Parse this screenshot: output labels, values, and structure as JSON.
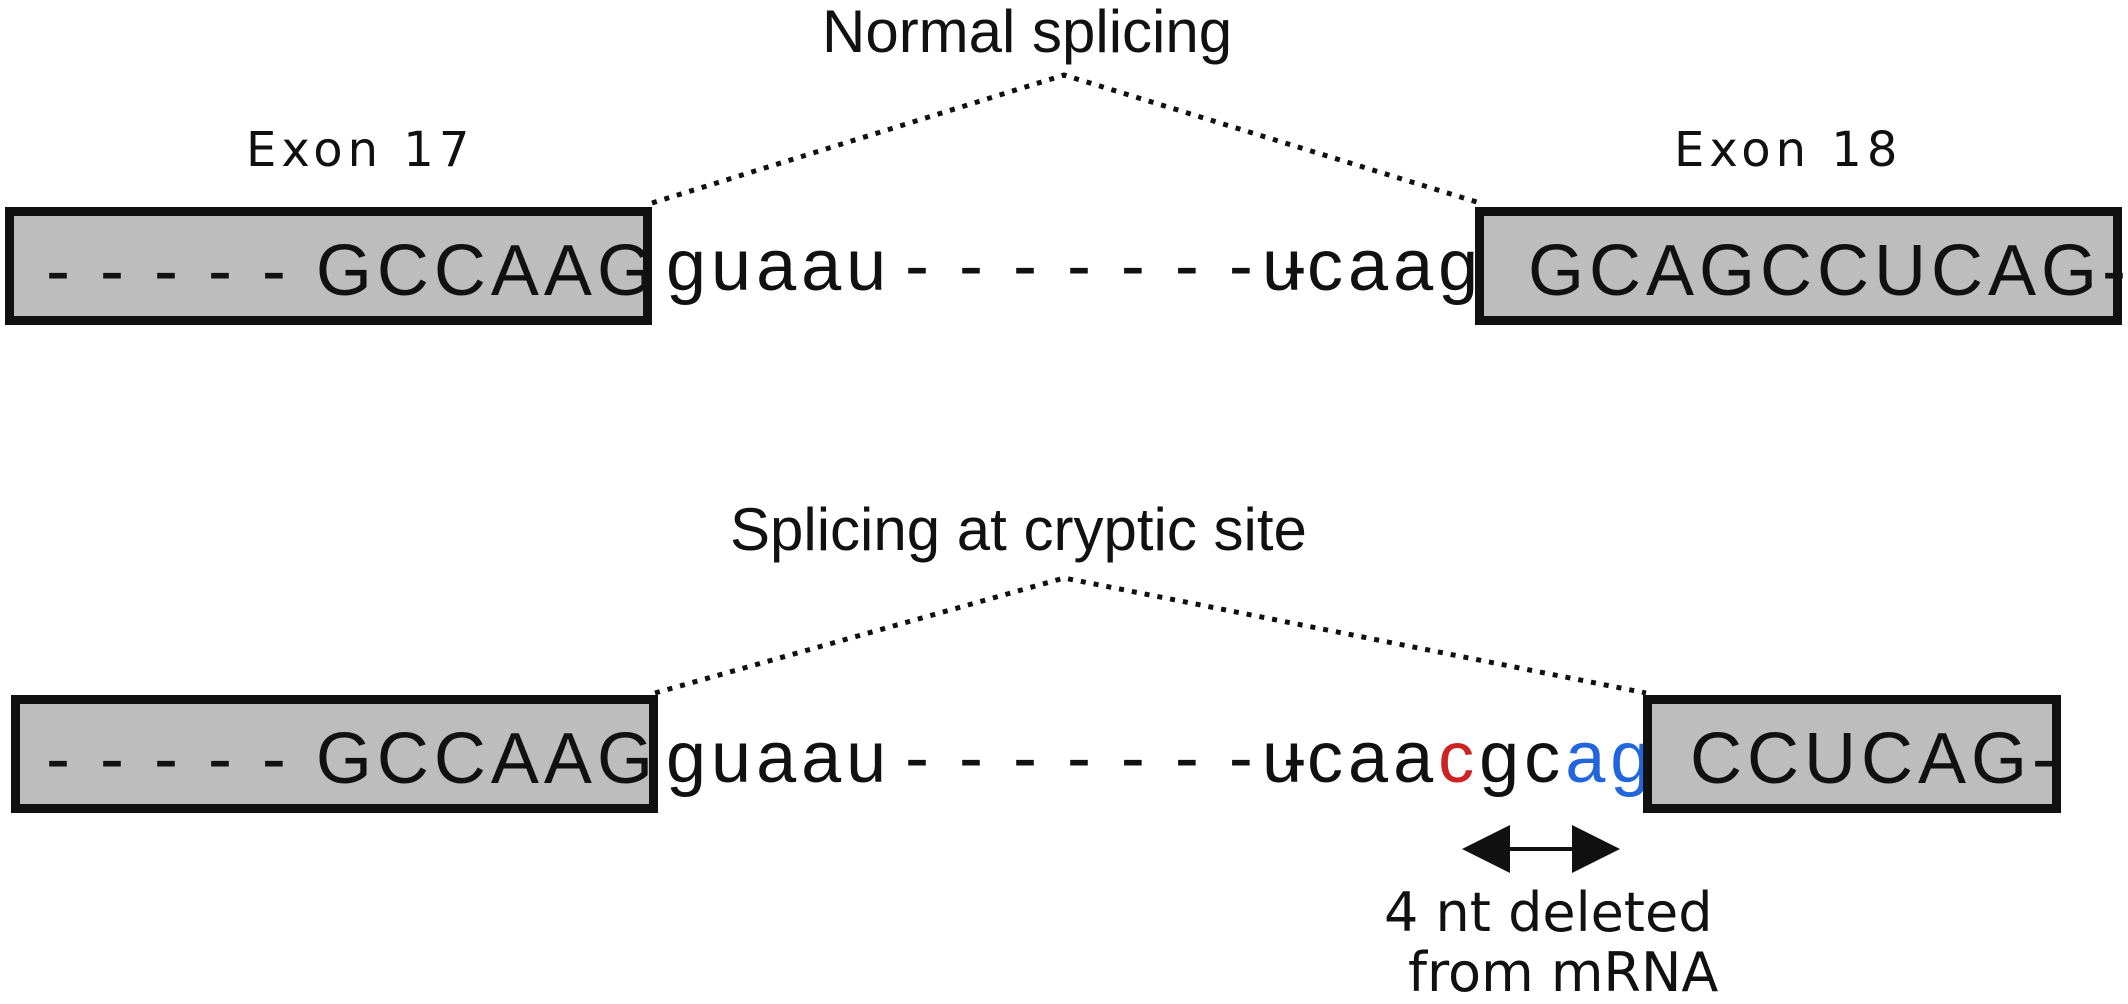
{
  "normal": {
    "title": "Normal splicing",
    "exon17_label": "Exon 17",
    "exon18_label": "Exon 18",
    "exon17_seq": "- - - - - GCCAAG",
    "intron_5prime": "guaau",
    "intron_dashes": "- - - - - - - -",
    "intron_3prime": "ucaag",
    "exon18_seq": "GCAGCCUCAG-"
  },
  "cryptic": {
    "title": "Splicing at cryptic site",
    "exon17_seq": "- - - - - GCCAAG",
    "intron_5prime": "guaau",
    "intron_dashes": "- - - - - - - -",
    "intron_3prime_a": "ucaa",
    "intron_3prime_red": "c",
    "intron_3prime_b": "gc",
    "intron_3prime_blue": "ag",
    "exon18_seq": "CCUCAG-",
    "note_line1": "4 nt deleted",
    "note_line2": "from mRNA"
  },
  "colors": {
    "exon_fill": "#bdbdbd",
    "outline": "#111111",
    "highlight_red": "#cc2222",
    "highlight_blue": "#2266dd"
  }
}
